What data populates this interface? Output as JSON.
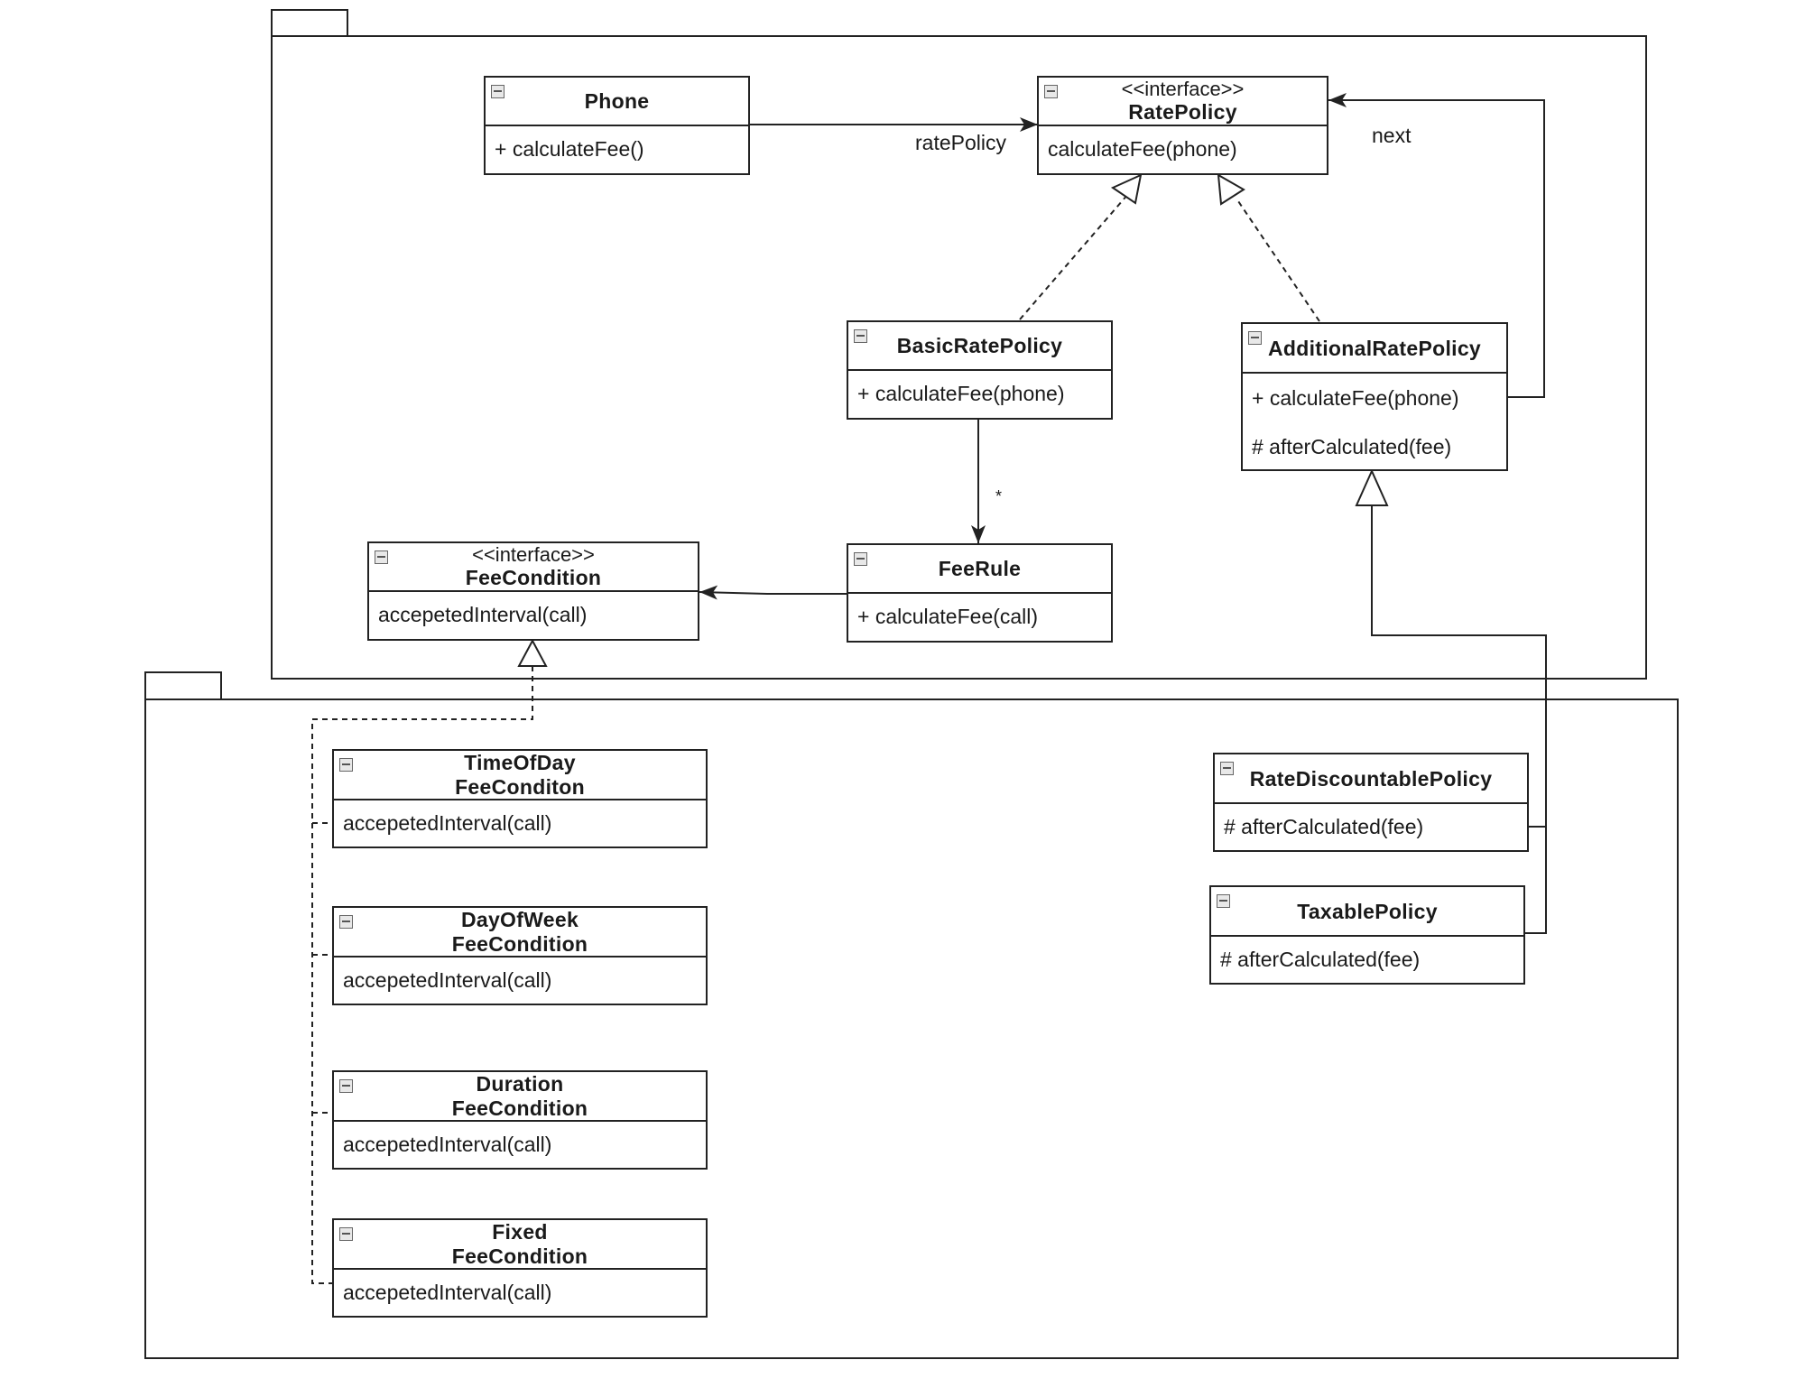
{
  "classes": {
    "phone": {
      "name": "Phone",
      "members": [
        "+ calculateFee()"
      ]
    },
    "rate_policy": {
      "stereotype": "<<interface>>",
      "name": "RatePolicy",
      "members": [
        "calculateFee(phone)"
      ]
    },
    "basic_rate_policy": {
      "name": "BasicRatePolicy",
      "members": [
        "+ calculateFee(phone)"
      ]
    },
    "additional_rate_policy": {
      "name": "AdditionalRatePolicy",
      "members": [
        "+ calculateFee(phone)",
        "# afterCalculated(fee)"
      ]
    },
    "fee_rule": {
      "name": "FeeRule",
      "members": [
        "+ calculateFee(call)"
      ]
    },
    "fee_condition": {
      "stereotype": "<<interface>>",
      "name": "FeeCondition",
      "members": [
        "accepetedInterval(call)"
      ]
    },
    "time_of_day": {
      "name_line1": "TimeOfDay",
      "name_line2": "FeeConditon",
      "members": [
        "accepetedInterval(call)"
      ]
    },
    "day_of_week": {
      "name_line1": "DayOfWeek",
      "name_line2": "FeeCondition",
      "members": [
        "accepetedInterval(call)"
      ]
    },
    "duration": {
      "name_line1": "Duration",
      "name_line2": "FeeCondition",
      "members": [
        "accepetedInterval(call)"
      ]
    },
    "fixed": {
      "name_line1": "Fixed",
      "name_line2": "FeeCondition",
      "members": [
        "accepetedInterval(call)"
      ]
    },
    "rate_discountable_policy": {
      "name": "RateDiscountablePolicy",
      "members": [
        "# afterCalculated(fee)"
      ]
    },
    "taxable_policy": {
      "name": "TaxablePolicy",
      "members": [
        "# afterCalculated(fee)"
      ]
    }
  },
  "edge_labels": {
    "rate_policy_assoc": "ratePolicy",
    "next_assoc": "next",
    "fee_rule_multiplicity": "*"
  },
  "colors": {
    "line": "#222222",
    "box_fill": "#ffffff"
  }
}
